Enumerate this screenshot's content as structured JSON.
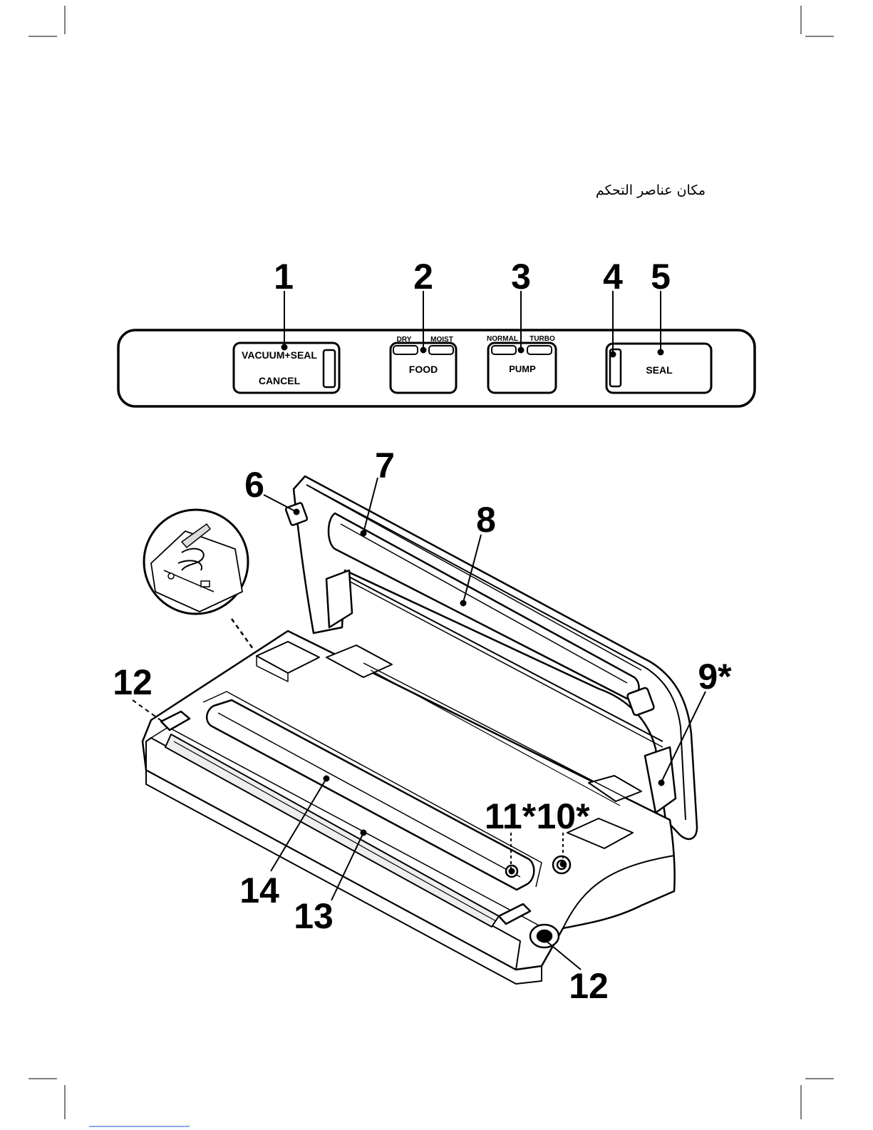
{
  "page": {
    "title": "مكان عناصر التحكم"
  },
  "panel": {
    "callouts": [
      "1",
      "2",
      "3",
      "4",
      "5"
    ],
    "vacuum_seal_label": "VACUUM+SEAL",
    "cancel_label": "CANCEL",
    "food_label": "FOOD",
    "dry_label": "DRY",
    "moist_label": "MOIST",
    "pump_label": "PUMP",
    "normal_label": "NORMAL",
    "turbo_label": "TURBO",
    "seal_label": "SEAL"
  },
  "device": {
    "callouts": [
      "6",
      "7",
      "8",
      "9*",
      "10*",
      "11*",
      "12",
      "12",
      "13",
      "14"
    ]
  },
  "colors": {
    "ink": "#000000",
    "paper": "#ffffff",
    "shade": "#dddddd",
    "link": "#1a4ed8"
  }
}
